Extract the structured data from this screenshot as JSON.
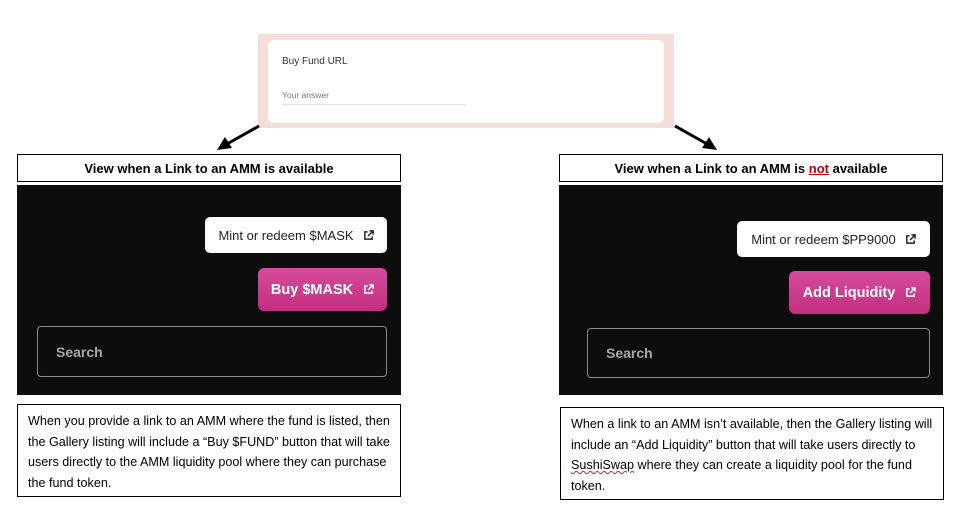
{
  "form": {
    "label": "Buy Fund URL",
    "placeholder": "Your answer"
  },
  "left_panel": {
    "caption": "View when a Link to an AMM is available",
    "mint_button": "Mint or redeem $MASK",
    "primary_button": "Buy $MASK",
    "search_placeholder": "Search",
    "description": "When you provide a link to an AMM where the fund is listed, then the Gallery listing will include a “Buy $FUND” button that will take users directly to the AMM liquidity pool where they can purchase the fund token."
  },
  "right_panel": {
    "caption_before": "View when a Link to an AMM is ",
    "caption_emphasis": "not",
    "caption_after": " available",
    "mint_button": "Mint or redeem $PP9000",
    "primary_button": "Add Liquidity",
    "search_placeholder": "Search",
    "description_before": "When a link to an AMM isn’t available, then the Gallery listing will include an “Add Liquidity” button that will take users directly to ",
    "description_link": "SushiSwap",
    "description_after": " where they can create a liquidity pool for the fund token."
  },
  "colors": {
    "panel_bg": "#0d0d0d",
    "pink_button": "#c22f80",
    "form_frame": "#f5ded8",
    "emphasis_red": "#c00000"
  },
  "icons": {
    "external_link": "external-link-icon",
    "arrow": "arrow-icon"
  }
}
